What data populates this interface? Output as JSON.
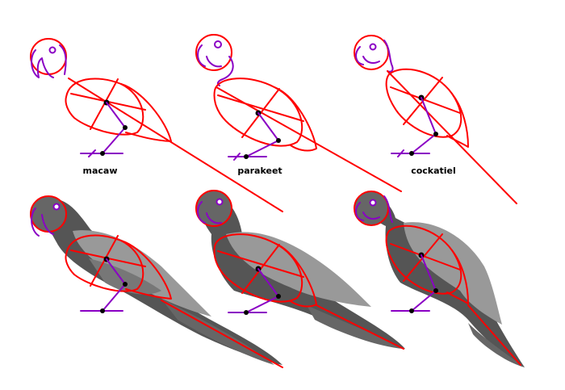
{
  "labels": {
    "macaw": "macaw",
    "parakeet": "parakeet",
    "cockatiel": "cockatiel"
  },
  "colors": {
    "construction": "#ff0000",
    "legs_beak": "#8a00c4",
    "shade_dark": "#555555",
    "shade_mid": "#777777",
    "shade_light": "#999999"
  }
}
